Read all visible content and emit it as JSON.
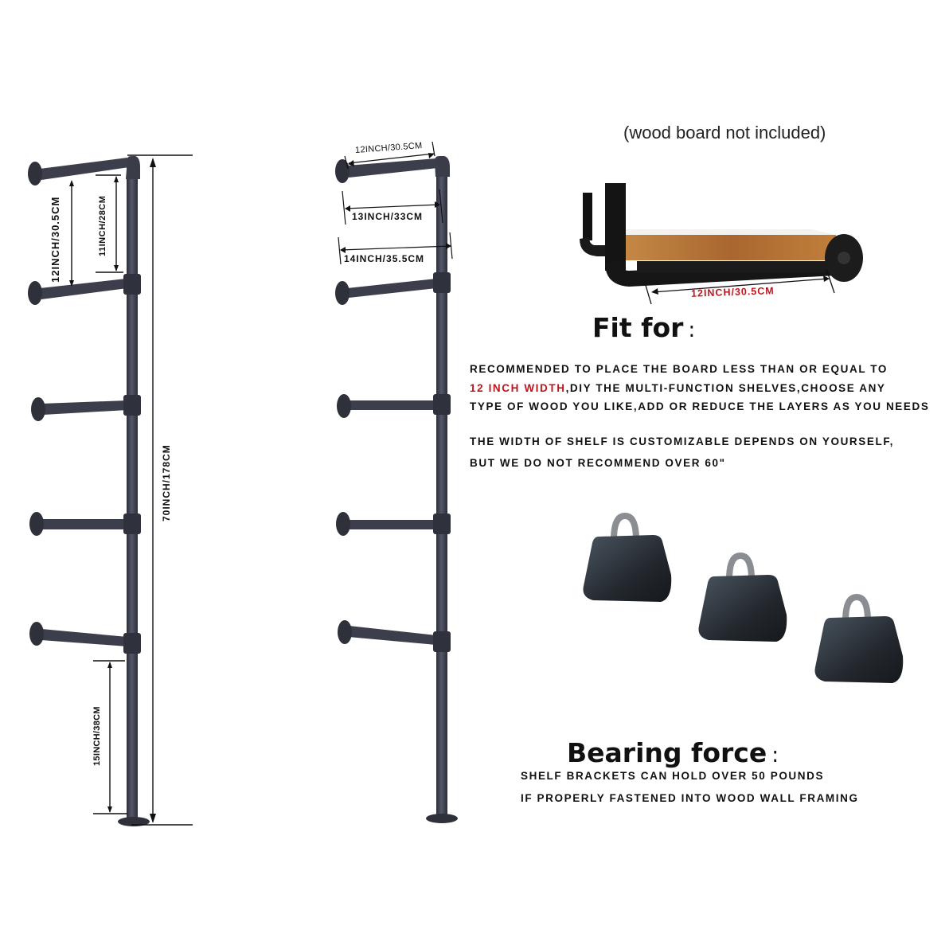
{
  "diagram_left": {
    "total_height_label": "70INCH/178CM",
    "top_spacing_label": "12INCH/30.5CM",
    "inner_spacing_label": "11INCH/28CM",
    "bottom_clearance_label": "15INCH/38CM",
    "shelf_count": 5
  },
  "diagram_middle": {
    "arm_length_label": "12INCH/30.5CM",
    "depth_mid_label": "13INCH/33CM",
    "depth_full_label": "14INCH/35.5CM",
    "shelf_count": 5
  },
  "product_photo": {
    "note": "(wood board not included)",
    "length_label": "12INCH/30.5CM",
    "length_label_color": "#c0141c"
  },
  "fit_for": {
    "heading": "Fit for",
    "colon": ":",
    "line1": "RECOMMENDED TO PLACE THE BOARD LESS THAN OR EQUAL TO",
    "line2_highlight": "12 INCH WIDTH",
    "line2_rest": ",DIY THE MULTI-FUNCTION SHELVES,CHOOSE ANY",
    "line3": "TYPE OF WOOD YOU LIKE,ADD OR REDUCE THE LAYERS AS YOU NEEDS",
    "line4": "THE WIDTH OF SHELF IS CUSTOMIZABLE DEPENDS ON YOURSELF,",
    "line5": "BUT WE DO NOT RECOMMEND OVER 60\"",
    "highlight_color": "#c0141c"
  },
  "weights": {
    "icon": "weight-icon",
    "count": 3
  },
  "bearing_force": {
    "heading": "Bearing force",
    "colon": ":",
    "line1": "SHELF BRACKETS CAN HOLD OVER 50 POUNDS",
    "line2": "IF PROPERLY FASTENED INTO WOOD WALL FRAMING"
  },
  "colors": {
    "pipe": "#3f4150",
    "pipe_dark": "#2c2e38",
    "wood": "#b8773a",
    "text": "#111111",
    "accent_red": "#c0141c"
  }
}
